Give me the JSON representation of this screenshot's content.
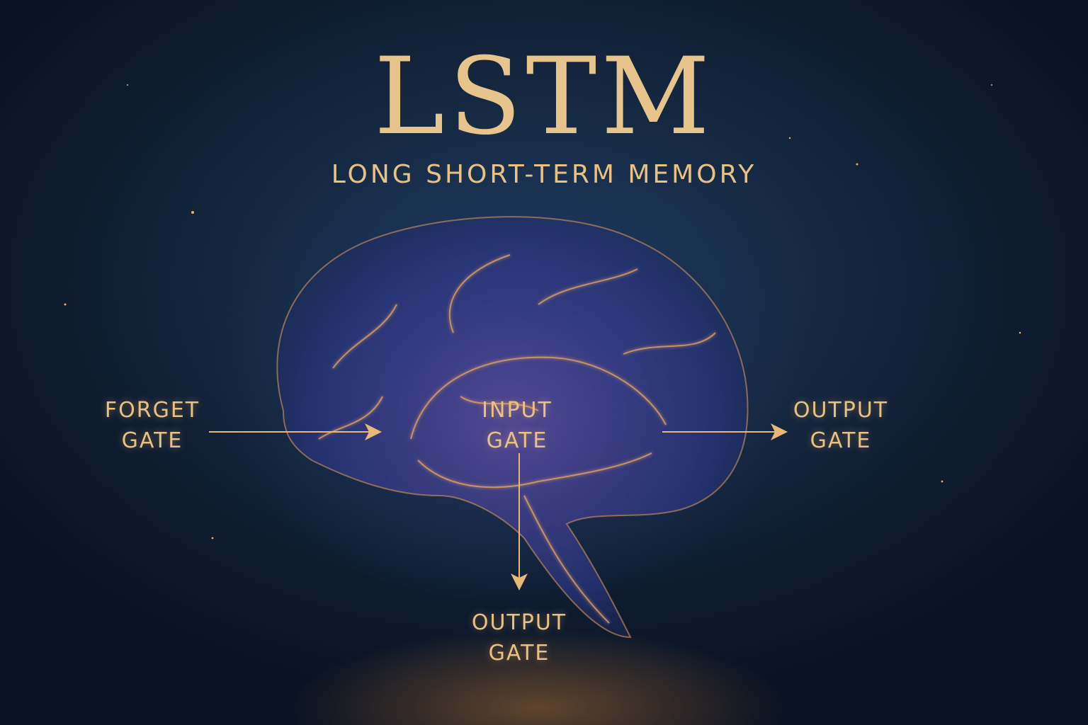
{
  "title": "LSTM",
  "subtitle": "LONG SHORT-TERM MEMORY",
  "labels": {
    "forget": {
      "line1": "FORGET",
      "line2": "GATE"
    },
    "input": {
      "line1": "INPUT",
      "line2": "GATE"
    },
    "output_right": {
      "line1": "OUTPUT",
      "line2": "GATE"
    },
    "output_bottom": {
      "line1": "OUTPUT",
      "line2": "GATE"
    }
  },
  "colors": {
    "gold": "#e9c283",
    "background": "#122238",
    "brain": "#3a3f8a"
  }
}
